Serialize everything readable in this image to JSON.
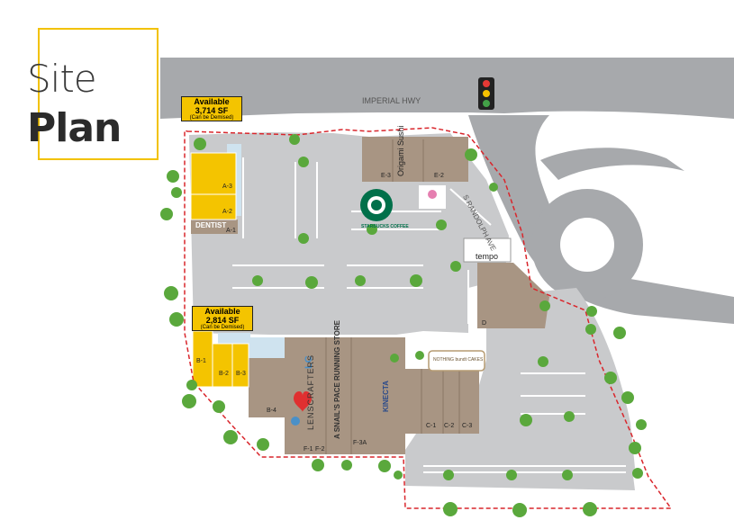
{
  "title": {
    "line1": "Site",
    "line2": "Plan"
  },
  "roads": {
    "main": "IMPERIAL HWY",
    "side": "S RANDOLPH AVE"
  },
  "availability": [
    {
      "id": "avail-a",
      "label": "Available",
      "size": "3,714 SF",
      "note": "(Can be Demised)"
    },
    {
      "id": "avail-b",
      "label": "Available",
      "size": "2,814 SF",
      "note": "(Can be Demised)"
    }
  ],
  "units": {
    "a3": "A-3",
    "a2": "A-2",
    "a1": "A-1",
    "b1": "B-1",
    "b2": "B-2",
    "b3": "B-3",
    "b4": "B-4",
    "c1": "C-1",
    "c2": "C-2",
    "c3": "C-3",
    "d": "D",
    "e2": "E-2",
    "e3": "E-3",
    "f1": "F-1",
    "f2": "F-2",
    "f3a": "F-3A"
  },
  "tenants": {
    "dentist": "DENTIST",
    "origami": "Origami Sushi",
    "starbucks": "STARBUCKS COFFEE",
    "tempo": "tempo",
    "lenscrafters": "LENSCRAFTERS",
    "snails_pace": "A SNAIL'S PACE RUNNING STORE",
    "kinecta": "KINECTA",
    "nothing_bundt": "NOTHING bundt CAKES",
    "lc": "LC"
  },
  "colors": {
    "road": "#a7a9ac",
    "lot": "#c9cacc",
    "building": "#a89583",
    "available": "#f4c400",
    "walk": "#cfe3ef",
    "tree": "#5aa83c",
    "boundary": "#d9262c"
  }
}
